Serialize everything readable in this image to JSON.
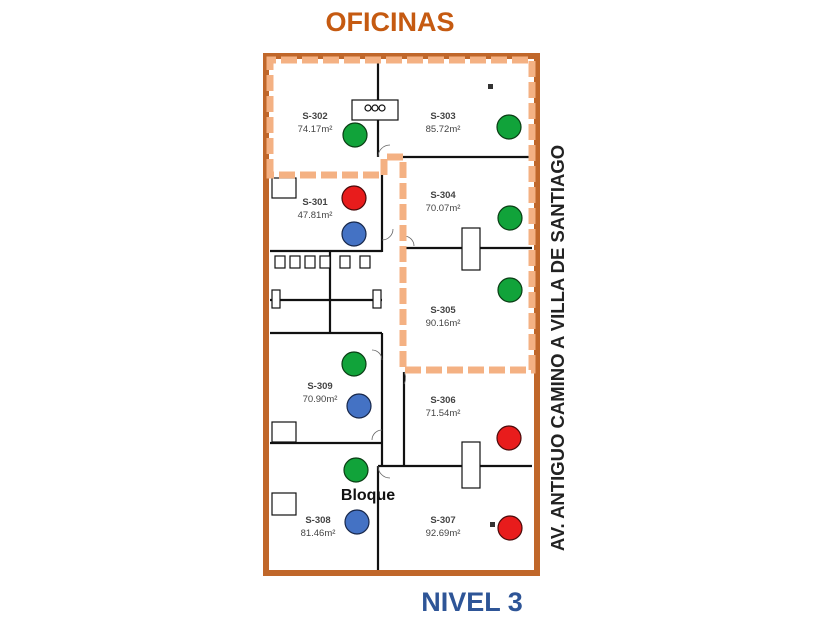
{
  "title": "OFICINAS",
  "level": "NIVEL 3",
  "street": "AV. ANTIGUO CAMINO A VILLA DE SANTIAGO",
  "block_label": "Bloque",
  "colors": {
    "outer_wall": "#c0672a",
    "highlight_dash": "#f4b183",
    "title": "#c55a11",
    "level": "#2e5597",
    "green": "#11a33a",
    "red": "#e81c1c",
    "blue": "#4472c4"
  },
  "offices": [
    {
      "id": "S-302",
      "area": "74.17m²",
      "markers": [
        "green"
      ]
    },
    {
      "id": "S-303",
      "area": "85.72m²",
      "markers": [
        "green"
      ]
    },
    {
      "id": "S-301",
      "area": "47.81m²",
      "markers": [
        "red",
        "blue"
      ]
    },
    {
      "id": "S-304",
      "area": "70.07m²",
      "markers": [
        "green"
      ]
    },
    {
      "id": "S-305",
      "area": "90.16m²",
      "markers": [
        "green"
      ]
    },
    {
      "id": "S-309",
      "area": "70.90m²",
      "markers": [
        "green",
        "blue"
      ]
    },
    {
      "id": "S-306",
      "area": "71.54m²",
      "markers": [
        "red"
      ]
    },
    {
      "id": "S-308",
      "area": "81.46m²",
      "markers": [
        "green",
        "blue"
      ]
    },
    {
      "id": "S-307",
      "area": "92.69m²",
      "markers": [
        "red"
      ]
    }
  ]
}
